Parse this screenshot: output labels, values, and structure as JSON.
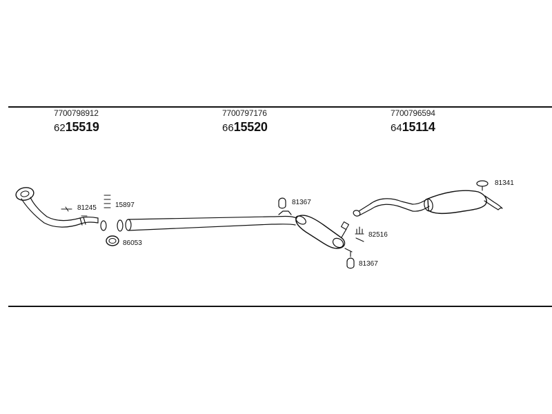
{
  "sections": [
    {
      "oe_number": "7700798912",
      "code_prefix": "62",
      "code_main": "15519"
    },
    {
      "oe_number": "7700797176",
      "code_prefix": "66",
      "code_main": "15520"
    },
    {
      "oe_number": "7700796594",
      "code_prefix": "64",
      "code_main": "15114"
    }
  ],
  "callouts": {
    "part_81245": "81245",
    "part_15897": "15897",
    "part_86053": "86053",
    "part_81367_upper": "81367",
    "part_82516": "82516",
    "part_81367_lower": "81367",
    "part_81341": "81341"
  },
  "colors": {
    "line": "#111111",
    "background": "#ffffff"
  },
  "icons": {
    "clamp": "clamp-icon",
    "gasket": "gasket-icon",
    "hanger": "rubber-hanger-icon",
    "bolt_set": "bolt-set-icon"
  }
}
